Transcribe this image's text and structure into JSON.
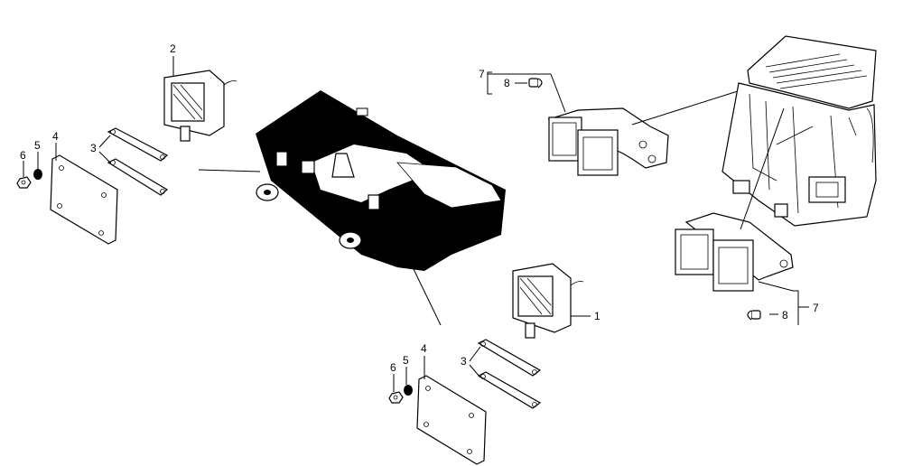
{
  "callouts": {
    "c1": "1",
    "c2": "2",
    "c3_left": "3",
    "c3_right": "3",
    "c4_left": "4",
    "c4_right": "4",
    "c5_left": "5",
    "c5_right": "5",
    "c6_left": "6",
    "c6_right": "6",
    "c7_top": "7",
    "c7_bottom": "7",
    "c8_top": "8",
    "c8_bottom": "8"
  },
  "colors": {
    "line": "#000000",
    "background": "#ffffff"
  }
}
